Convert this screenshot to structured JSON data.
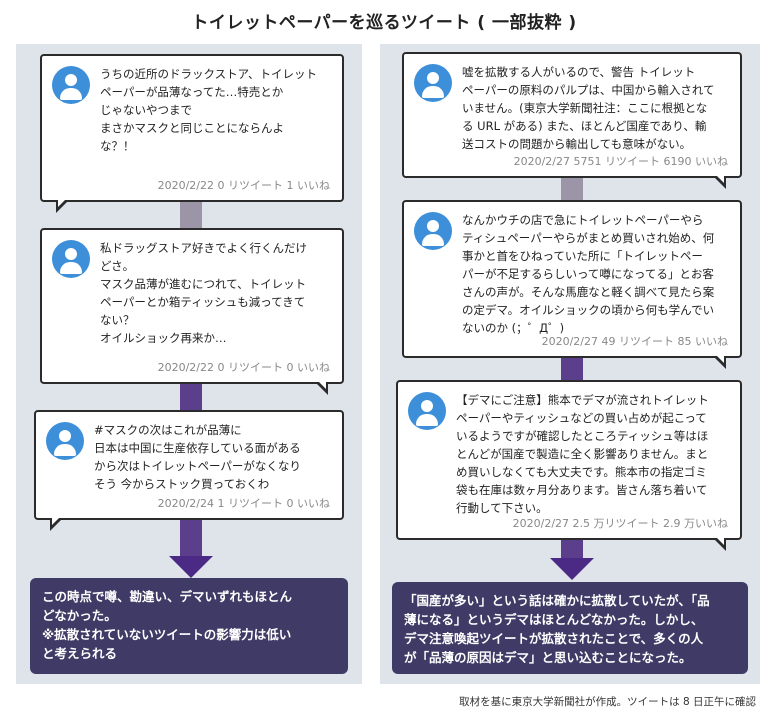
{
  "title": "トイレットペーパーを巡るツイート ( 一部抜粋 )",
  "left_tweets": [
    {
      "text": "うちの近所のドラックストア、トイレット\nペーパーが品薄なってた…特売とか\nじゃないやつまで\nまさかマスクと同じことにならんよ\nな？！",
      "meta": "2020/2/22  0 リツイート 1 いいね"
    },
    {
      "text": "私ドラッグストア好きでよく行くんだけ\nどさ。\nマスク品薄が進むにつれて、トイレット\nペーパーとか箱ティッシュも減ってきて\nない？\nオイルショック再来か…",
      "meta": "2020/2/22  0 リツイート 0 いいね"
    },
    {
      "text": "#マスクの次はこれが品薄に\n日本は中国に生産依存している面がある\nから次はトイレットペーパーがなくなり\nそう  今からストック買っておくわ",
      "meta": "2020/2/24  1 リツイート 0 いいね"
    }
  ],
  "right_tweets": [
    {
      "text": "嘘を拡散する人がいるので、警告  トイレット\nペーパーの原料のパルプは、中国から輸入されて\nいません。(東京大学新聞社注：ここに根拠とな\nる URL がある) また、ほとんど国産であり、輸\n送コストの問題から輸出しても意味がない。",
      "meta": "2020/2/27  5751 リツイート 6190 いいね"
    },
    {
      "text": "なんかウチの店で急にトイレットペーパーやら\nティシュペーパーやらがまとめ買いされ始め、何\n事かと首をひねっていた所に「トイレットペー\nパーが不足するらしいって噂になってる」とお客\nさんの声が。そんな馬鹿なと軽く調べて見たら案\nの定デマ。オイルショックの頃から何も学んでい\nないのか (；゜Д゜)",
      "meta": "2020/2/27  49 リツイート 85 いいね"
    },
    {
      "text": "【デマにご注意】熊本でデマが流されトイレット\nペーパーやティッシュなどの買い占めが起こって\nいるようですが確認したところティッシュ等はほ\nとんどが国産で製造に全く影響ありません。まと\nめ買いしなくても大丈夫です。熊本市の指定ゴミ\n袋も在庫は数ヶ月分あります。皆さん落ち着いて\n行動して下さい。",
      "meta": "2020/2/27  2.5 万リツイート 2.9 万いいね"
    }
  ],
  "left_summary": "この時点で噂、勘違い、デマいずれもほとん\nどなかった。\n※拡散されていないツイートの影響力は低い\nと考えられる",
  "right_summary": "「国産が多い」という話は確かに拡散していたが、「品\n薄になる」というデマはほとんどなかった。しかし、\nデマ注意喚起ツイートが拡散されたことで、多くの人\nが「品薄の原因はデマ」と思い込むことになった。",
  "footer": "取材を基に東京大学新聞社が作成。ツイートは 8 日正午に確認",
  "colors": {
    "avatar": "#3c8fd8",
    "summary_bg": "#403a66",
    "connector_gray": "#9b95a7",
    "connector_purple": "#5b3f8c",
    "arrow": "#4b2a86"
  },
  "icons": {
    "avatar": "user-avatar-icon",
    "arrow": "down-arrow-icon"
  }
}
